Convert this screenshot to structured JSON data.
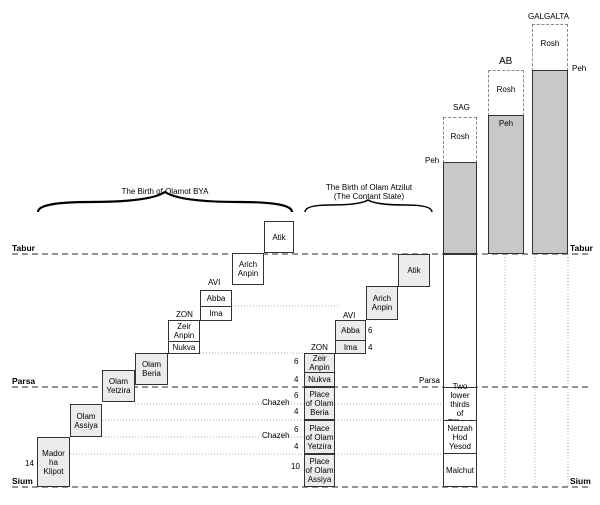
{
  "levels": {
    "tabur": "Tabur",
    "parsa": "Parsa",
    "sium": "Sium"
  },
  "headers": {
    "bya": "The Birth of Olamot BYA",
    "atzilut": "The Birth of Olam Atzilut\n(The Contant State)"
  },
  "bya_column": {
    "atik": "Atik",
    "arich_anpin": "Arich\nAnpin",
    "avi": "AVI",
    "abba": "Abba",
    "ima": "Ima",
    "zon": "ZON",
    "zeir_anpin": "Zeir\nAnpin",
    "nukva": "Nukva",
    "olam_beria": "Olam\nBeria",
    "olam_yetzira": "Olam\nYetzira",
    "olam_assiya": "Olam\nAssiya",
    "mador": "Mador\nha Klipot",
    "num_14": "14"
  },
  "atzilut_column": {
    "atik": "Atik",
    "arich_anpin": "Arich\nAnpin",
    "avi": "AVI",
    "abba": "Abba",
    "ima": "Ima",
    "num_6_abba": "6",
    "num_4_ima": "4",
    "zon": "ZON",
    "zeir_anpin": "Zeir\nAnpin",
    "nukva": "Nukva",
    "num_6_za": "6",
    "num_4_nukva": "4",
    "chazeh_1": "Chazeh",
    "chazeh_2": "Chazeh",
    "place_beria": "Place\nof Olam\nBeria",
    "place_yetzira": "Place\nof Olam\nYetzira",
    "place_assiya": "Place\nof Olam\nAssiya",
    "num_6_beria": "6",
    "num_4_beria": "4",
    "num_6_yetzira": "6",
    "num_4_yetzira": "4",
    "num_10_assiya": "10"
  },
  "partzufim": {
    "sag": {
      "name": "SAG",
      "rosh": "Rosh",
      "peh": "Peh"
    },
    "ab": {
      "name": "AB",
      "rosh": "Rosh",
      "peh": "Peh"
    },
    "galgalta": {
      "name": "GALGALTA",
      "rosh": "Rosh",
      "peh": "Peh"
    }
  },
  "sag_lower": {
    "parsa": "Parsa",
    "tifferet": "Two lower\nthirds\nof Tifferet",
    "nhy": "Netzah\nHod\nYesod",
    "malchut": "Malchut"
  }
}
